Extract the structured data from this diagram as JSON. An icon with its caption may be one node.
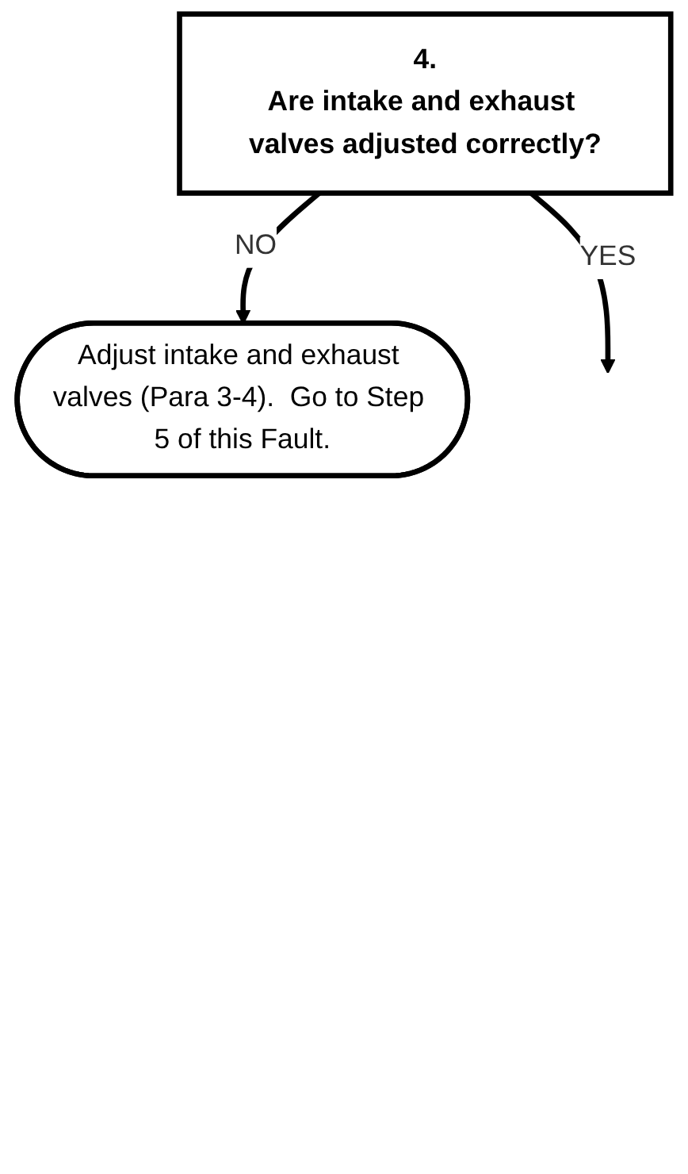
{
  "diagram": {
    "nodes": [
      {
        "text": [
          "4.",
          "Are intake and exhaust valves adjusted correctly?"
        ]
      },
      {
        "text": [
          "Adjust intake and exhaust valves (Para 3-4).  Go to Step 5 of this Fault."
        ]
      }
    ],
    "edges": [
      {
        "from": 0,
        "to": 1,
        "label": "NO",
        "arrow": "to"
      },
      {
        "from": 0,
        "to": null,
        "label": "YES",
        "arrow": "to"
      }
    ]
  }
}
